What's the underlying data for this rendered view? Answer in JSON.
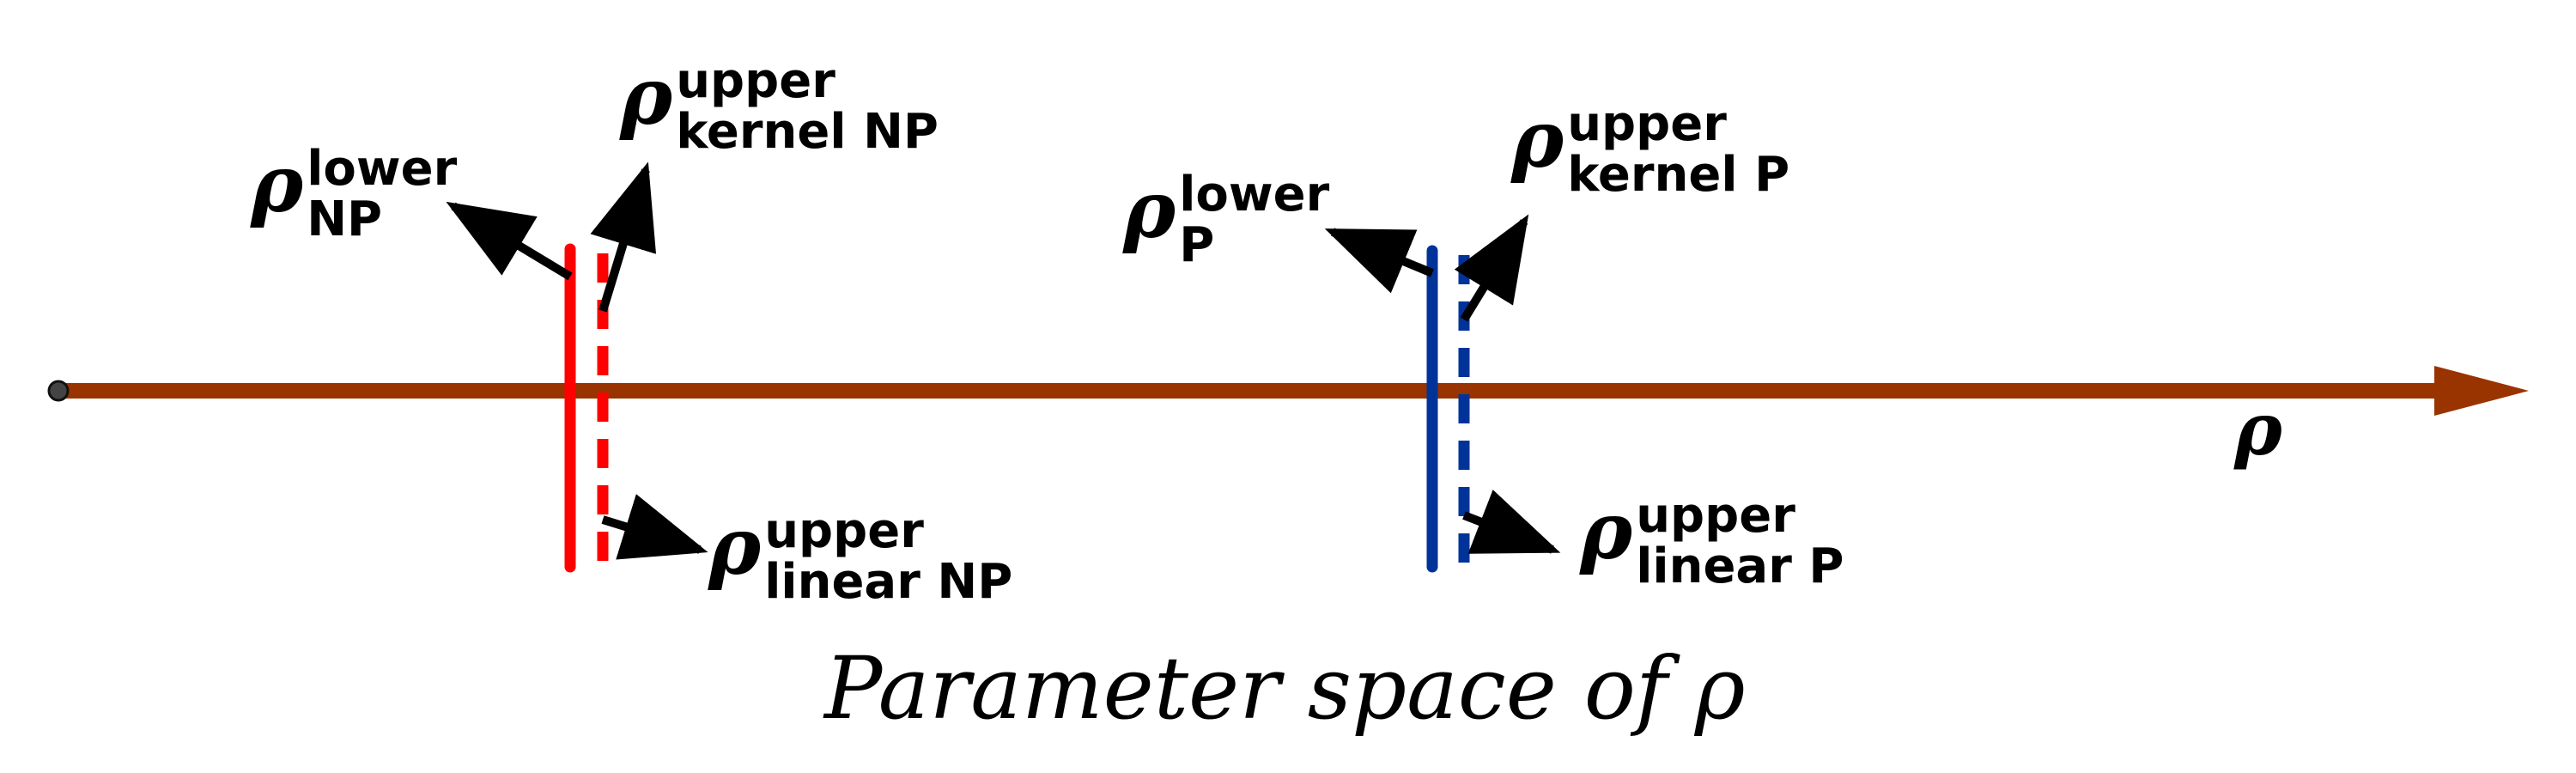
{
  "diagram": {
    "axis_symbol": "ρ",
    "caption": "Parameter space of ρ",
    "colors": {
      "axis": "#993300",
      "np": "#ff0000",
      "p": "#003399",
      "arrow": "#000000",
      "origin_dot": "#444444"
    },
    "labels": {
      "np_lower": {
        "symbol": "ρ",
        "sup": "lower",
        "sub": "NP"
      },
      "np_kernel_upper": {
        "symbol": "ρ",
        "sup": "upper",
        "sub": "kernel NP"
      },
      "np_linear_upper": {
        "symbol": "ρ",
        "sup": "upper",
        "sub": "linear NP"
      },
      "p_lower": {
        "symbol": "ρ",
        "sup": "lower",
        "sub": "P"
      },
      "p_kernel_upper": {
        "symbol": "ρ",
        "sup": "upper",
        "sub": "kernel P"
      },
      "p_linear_upper": {
        "symbol": "ρ",
        "sup": "upper",
        "sub": "linear P"
      }
    }
  }
}
